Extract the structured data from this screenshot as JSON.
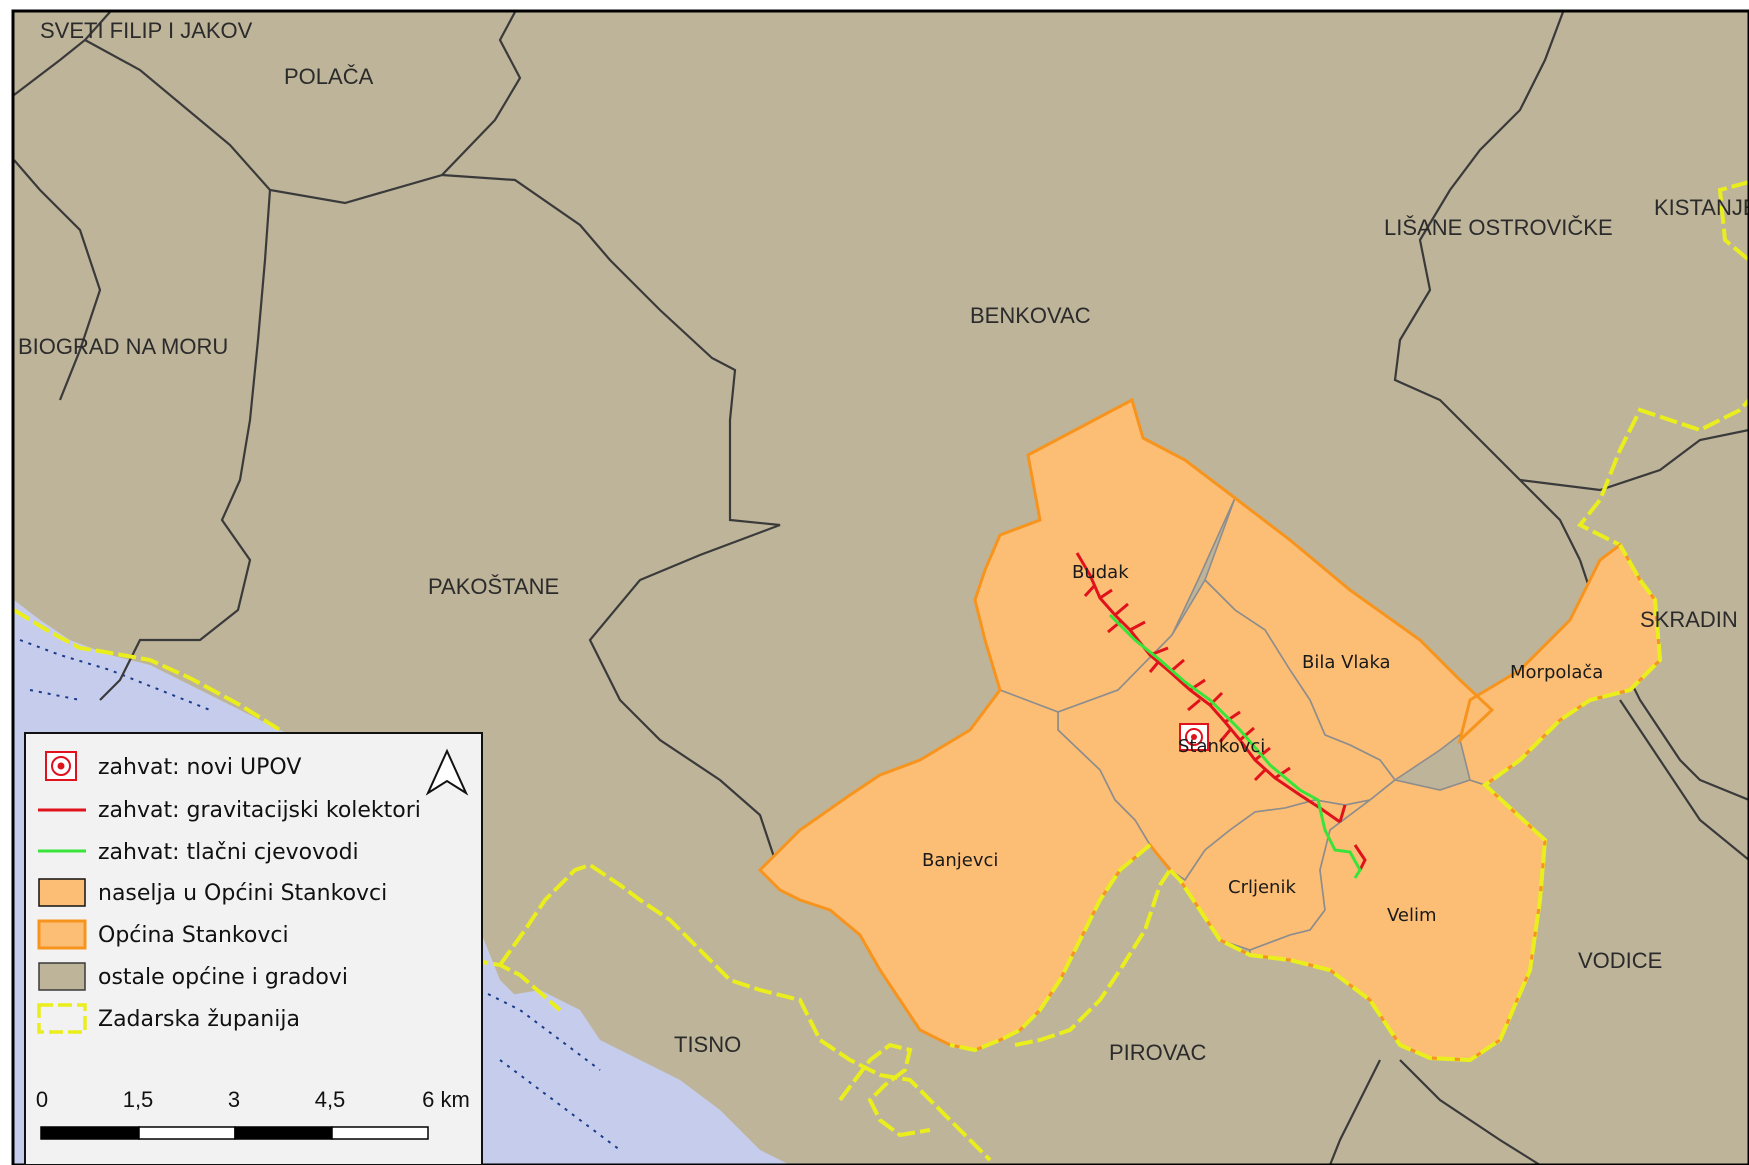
{
  "map": {
    "colors": {
      "land": "#beb49a",
      "sea": "#c6cdec",
      "settlement_fill": "#fcbd74",
      "municipality_outline": "#f7941d",
      "county_border": "#e9ee1c",
      "boundary": "#3a3a3a",
      "gravity": "#e0121b",
      "pressure": "#39e43a",
      "upov": "#e0121b",
      "settlement_border": "#8d8d8d"
    },
    "municipalities": [
      "SVETI FILIP I JAKOV",
      "POLAČA",
      "BIOGRAD NA MORU",
      "PAKOŠTANE",
      "BENKOVAC",
      "LIŠANE OSTROVIČKE",
      "KISTANJE",
      "SKRADIN",
      "VODICE",
      "PIROVAC",
      "TISNO"
    ],
    "settlements": [
      "Budak",
      "Bila Vlaka",
      "Morpolača",
      "Stankovci",
      "Banjevci",
      "Crljenik",
      "Velim"
    ]
  },
  "legend": {
    "items": [
      {
        "label": "zahvat: novi UPOV",
        "symbol": "upov-icon"
      },
      {
        "label": "zahvat: gravitacijski  kolektori",
        "symbol": "red-line"
      },
      {
        "label": "zahvat: tlačni cjevovodi",
        "symbol": "green-line"
      },
      {
        "label": "naselja u Općini Stankovci",
        "symbol": "orange-fill"
      },
      {
        "label": "Općina Stankovci",
        "symbol": "orange-outline"
      },
      {
        "label": "ostale općine i gradovi",
        "symbol": "grey-fill"
      },
      {
        "label": "Zadarska županija",
        "symbol": "yellow-dashed"
      }
    ],
    "north_arrow": "north-arrow-icon"
  },
  "scale_bar": {
    "labels": [
      "0",
      "1,5",
      "3",
      "4,5",
      "6 km"
    ]
  }
}
